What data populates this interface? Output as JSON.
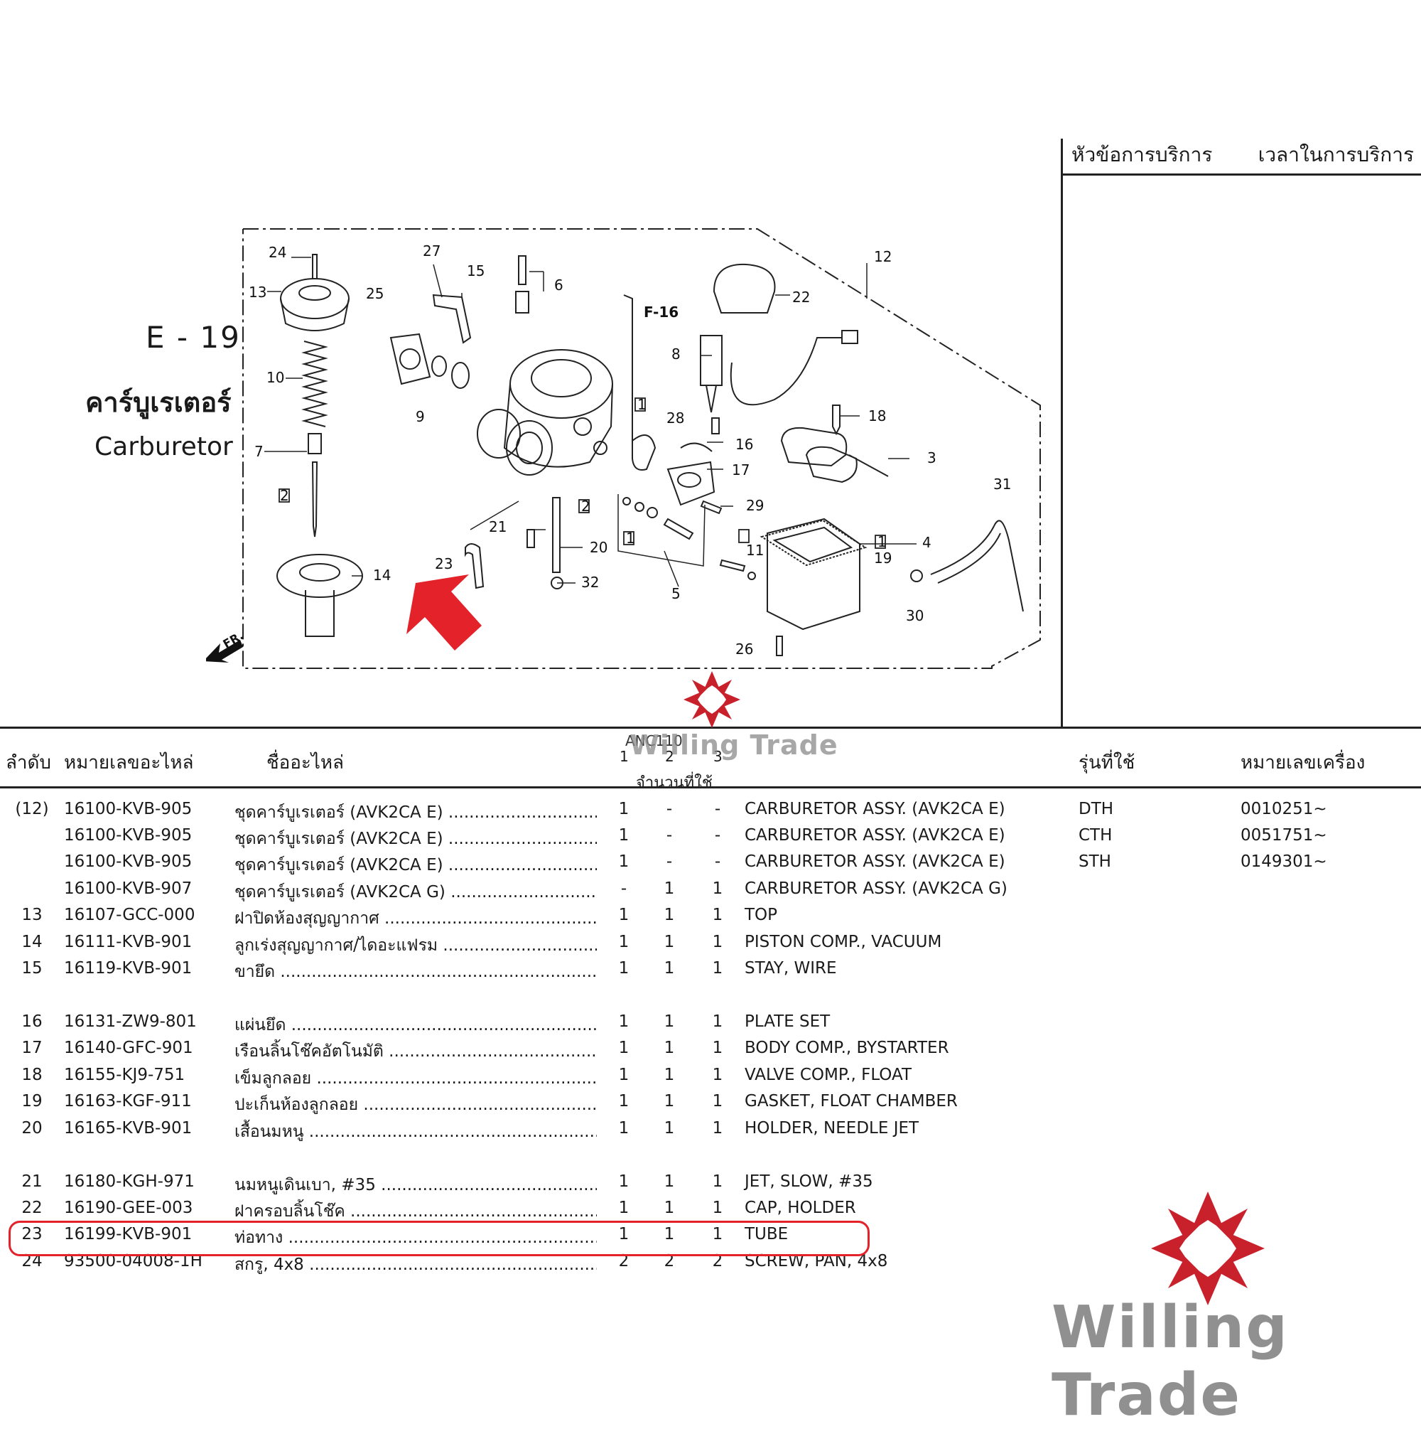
{
  "service_header": {
    "topic": "หัวข้อการบริการ",
    "time": "เวลาในการบริการ"
  },
  "title": {
    "code": "E - 19",
    "name_th": "คาร์บูเรเตอร์",
    "name_en": "Carburetor"
  },
  "diagram": {
    "ref_label": "F-16",
    "front_label": "FR.",
    "callouts": [
      "24",
      "13",
      "25",
      "10",
      "7",
      "2",
      "14",
      "27",
      "15",
      "6",
      "9",
      "F-16",
      "8",
      "22",
      "12",
      "28",
      "16",
      "17",
      "18",
      "3",
      "1",
      "2",
      "21",
      "20",
      "23",
      "32",
      "1",
      "5",
      "11",
      "1",
      "19",
      "4",
      "31",
      "30",
      "26",
      "29"
    ]
  },
  "table": {
    "headers": {
      "no": "ลำดับ",
      "part_no": "หมายเลขอะไหล่",
      "name": "ชื่ออะไหล่",
      "model": "รุ่นที่ใช้",
      "frame": "หมายเลขเครื่อง"
    },
    "model_code": "ANC110",
    "qty_cols": [
      "1",
      "2",
      "3"
    ],
    "qty_label": "จำนวนที่ใช้",
    "rows": [
      {
        "no": "(12)",
        "part": "16100-KVB-905",
        "th": "ชุดคาร์บูเรเตอร์ (AVK2CA E)",
        "q1": "1",
        "q2": "-",
        "q3": "-",
        "en": "CARBURETOR ASSY. (AVK2CA E)",
        "model": "DTH",
        "frame": "0010251~"
      },
      {
        "no": "",
        "part": "16100-KVB-905",
        "th": "ชุดคาร์บูเรเตอร์ (AVK2CA E)",
        "q1": "1",
        "q2": "-",
        "q3": "-",
        "en": "CARBURETOR ASSY. (AVK2CA E)",
        "model": "CTH",
        "frame": "0051751~"
      },
      {
        "no": "",
        "part": "16100-KVB-905",
        "th": "ชุดคาร์บูเรเตอร์ (AVK2CA E)",
        "q1": "1",
        "q2": "-",
        "q3": "-",
        "en": "CARBURETOR ASSY. (AVK2CA E)",
        "model": "STH",
        "frame": "0149301~"
      },
      {
        "no": "",
        "part": "16100-KVB-907",
        "th": "ชุดคาร์บูเรเตอร์ (AVK2CA G)",
        "q1": "-",
        "q2": "1",
        "q3": "1",
        "en": "CARBURETOR ASSY. (AVK2CA G)",
        "model": "",
        "frame": ""
      },
      {
        "no": "13",
        "part": "16107-GCC-000",
        "th": "ฝาปิดห้องสุญญากาศ",
        "q1": "1",
        "q2": "1",
        "q3": "1",
        "en": "TOP",
        "model": "",
        "frame": ""
      },
      {
        "no": "14",
        "part": "16111-KVB-901",
        "th": "ลูกเร่งสุญญากาศ/ไดอะแฟรม",
        "q1": "1",
        "q2": "1",
        "q3": "1",
        "en": "PISTON COMP., VACUUM",
        "model": "",
        "frame": ""
      },
      {
        "no": "15",
        "part": "16119-KVB-901",
        "th": "ขายึด",
        "q1": "1",
        "q2": "1",
        "q3": "1",
        "en": "STAY, WIRE",
        "model": "",
        "frame": ""
      },
      {
        "no": "16",
        "part": "16131-ZW9-801",
        "th": "แผ่นยึด",
        "q1": "1",
        "q2": "1",
        "q3": "1",
        "en": "PLATE SET",
        "model": "",
        "frame": ""
      },
      {
        "no": "17",
        "part": "16140-GFC-901",
        "th": "เรือนลิ้นโช๊คอัตโนมัติ",
        "q1": "1",
        "q2": "1",
        "q3": "1",
        "en": "BODY COMP., BYSTARTER",
        "model": "",
        "frame": ""
      },
      {
        "no": "18",
        "part": "16155-KJ9-751",
        "th": "เข็มลูกลอย",
        "q1": "1",
        "q2": "1",
        "q3": "1",
        "en": "VALVE COMP., FLOAT",
        "model": "",
        "frame": ""
      },
      {
        "no": "19",
        "part": "16163-KGF-911",
        "th": "ปะเก็นห้องลูกลอย",
        "q1": "1",
        "q2": "1",
        "q3": "1",
        "en": "GASKET, FLOAT CHAMBER",
        "model": "",
        "frame": ""
      },
      {
        "no": "20",
        "part": "16165-KVB-901",
        "th": "เสื้อนมหนู",
        "q1": "1",
        "q2": "1",
        "q3": "1",
        "en": "HOLDER, NEEDLE JET",
        "model": "",
        "frame": ""
      },
      {
        "no": "21",
        "part": "16180-KGH-971",
        "th": "นมหนูเดินเบา, #35",
        "q1": "1",
        "q2": "1",
        "q3": "1",
        "en": "JET, SLOW, #35",
        "model": "",
        "frame": ""
      },
      {
        "no": "22",
        "part": "16190-GEE-003",
        "th": "ฝาครอบลิ้นโช๊ค",
        "q1": "1",
        "q2": "1",
        "q3": "1",
        "en": "CAP, HOLDER",
        "model": "",
        "frame": ""
      },
      {
        "no": "23",
        "part": "16199-KVB-901",
        "th": "ท่อทาง",
        "q1": "1",
        "q2": "1",
        "q3": "1",
        "en": "TUBE",
        "model": "",
        "frame": ""
      },
      {
        "no": "24",
        "part": "93500-04008-1H",
        "th": "สกรู, 4x8",
        "q1": "2",
        "q2": "2",
        "q3": "2",
        "en": "SCREW, PAN, 4x8",
        "model": "",
        "frame": ""
      }
    ],
    "highlighted_row_no": "23"
  },
  "watermark": {
    "text": "Willing Trade",
    "color": "#c8212b"
  }
}
